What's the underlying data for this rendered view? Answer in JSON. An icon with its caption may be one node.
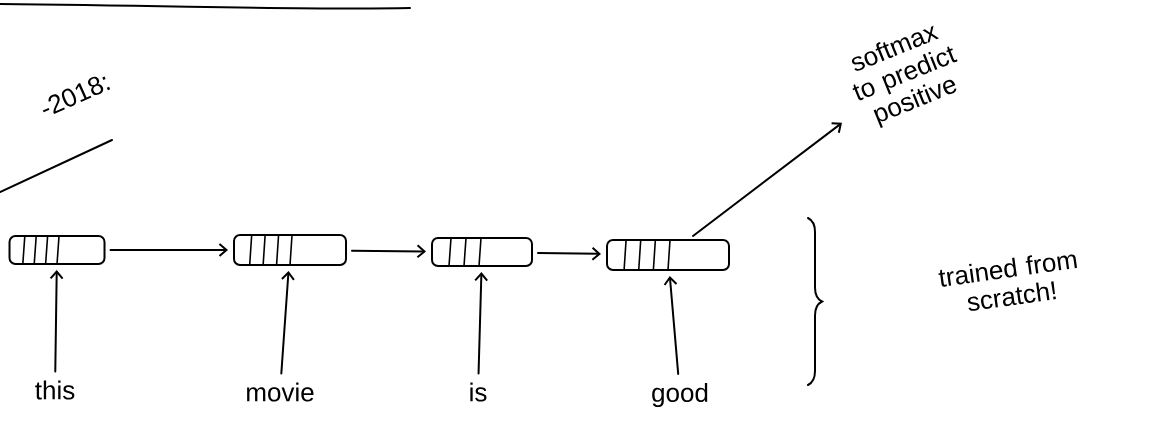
{
  "diagram": {
    "nodes": [
      {
        "text": [],
        "shape": "bar"
      },
      {
        "text": [],
        "shape": "bar"
      },
      {
        "text": [],
        "shape": "bar"
      },
      {
        "text": [],
        "shape": "bar"
      },
      {
        "text": [
          "softmax to predict positive"
        ]
      },
      {
        "text": [
          "this"
        ]
      },
      {
        "text": [
          "movie"
        ]
      },
      {
        "text": [
          "is"
        ]
      },
      {
        "text": [
          "good"
        ]
      }
    ],
    "edges": [
      {
        "from": 0,
        "to": 1,
        "arrow": "to"
      },
      {
        "from": 1,
        "to": 2,
        "arrow": "to"
      },
      {
        "from": 2,
        "to": 3,
        "arrow": "to"
      },
      {
        "from": 3,
        "to": 4,
        "arrow": "to"
      },
      {
        "from": 5,
        "to": 0,
        "arrow": "to"
      },
      {
        "from": 6,
        "to": 1,
        "arrow": "to"
      },
      {
        "from": 7,
        "to": 2,
        "arrow": "to"
      },
      {
        "from": 8,
        "to": 3,
        "arrow": "to"
      }
    ],
    "labels": [
      "-2018:",
      "trained from scratch!"
    ]
  }
}
